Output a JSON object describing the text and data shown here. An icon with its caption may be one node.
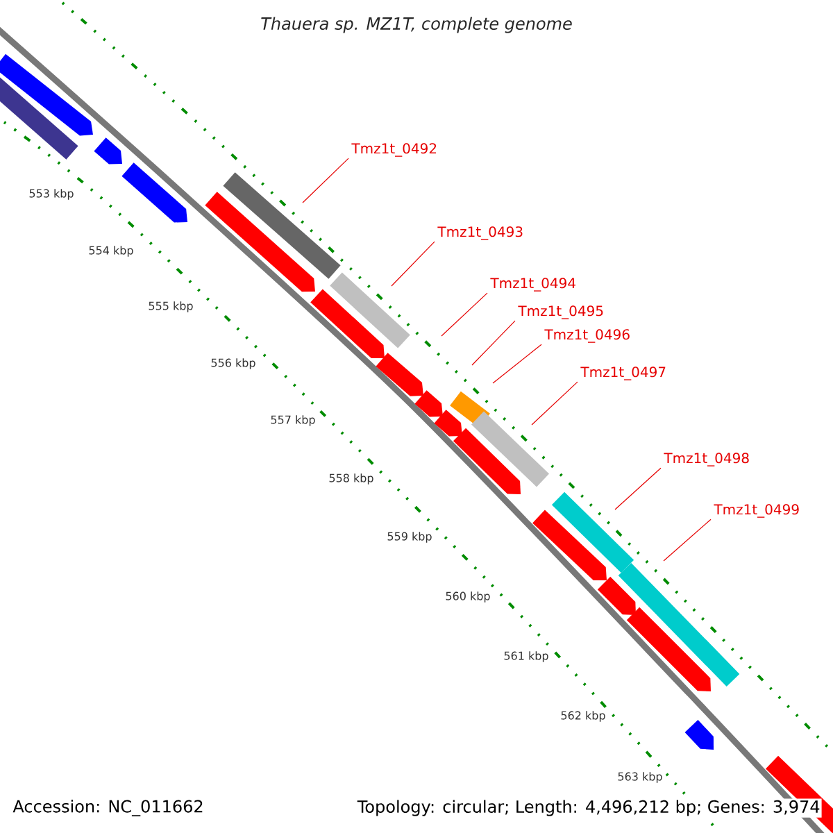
{
  "diagram": {
    "title": "Thauera sp. MZ1T, complete genome",
    "nodes": [
      {
        "text": [
          "Tmz1t_0492"
        ]
      },
      {
        "text": [
          "Tmz1t_0493"
        ]
      },
      {
        "text": [
          "Tmz1t_0494"
        ]
      },
      {
        "text": [
          "Tmz1t_0495"
        ]
      },
      {
        "text": [
          "Tmz1t_0496"
        ]
      },
      {
        "text": [
          "Tmz1t_0497"
        ]
      },
      {
        "text": [
          "Tmz1t_0498"
        ]
      },
      {
        "text": [
          "Tmz1t_0499"
        ]
      }
    ],
    "edges": [
      {
        "from": 0,
        "to": null,
        "arrow": "none"
      },
      {
        "from": 1,
        "to": null,
        "arrow": "none"
      },
      {
        "from": 2,
        "to": null,
        "arrow": "none"
      },
      {
        "from": 3,
        "to": null,
        "arrow": "none"
      },
      {
        "from": 4,
        "to": null,
        "arrow": "none"
      },
      {
        "from": 5,
        "to": null,
        "arrow": "none"
      },
      {
        "from": 6,
        "to": null,
        "arrow": "none"
      },
      {
        "from": 7,
        "to": null,
        "arrow": "none"
      }
    ],
    "labels": [
      "553 kbp",
      "554 kbp",
      "555 kbp",
      "556 kbp",
      "557 kbp",
      "558 kbp",
      "559 kbp",
      "560 kbp",
      "561 kbp",
      "562 kbp",
      "563 kbp",
      "Accession: NC_011662",
      "Topology: circular; Length: 4,496,212 bp; Genes: 3,974"
    ]
  }
}
